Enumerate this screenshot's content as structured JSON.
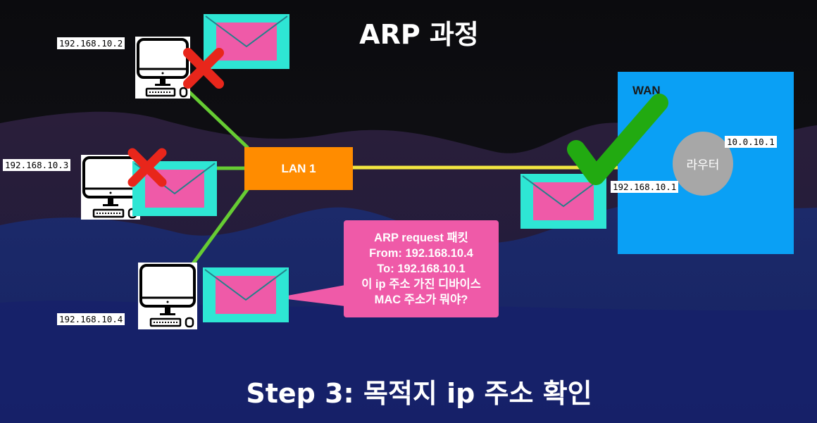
{
  "title": "ARP 과정",
  "subtitle": "Step 3: 목적지 ip 주소 확인",
  "hosts": [
    {
      "ip": "192.168.10.2",
      "status": "rejected"
    },
    {
      "ip": "192.168.10.3",
      "status": "rejected"
    },
    {
      "ip": "192.168.10.4",
      "status": "sender"
    }
  ],
  "lan": {
    "label": "LAN 1"
  },
  "wan": {
    "label": "WAN"
  },
  "router": {
    "label": "라우터",
    "wan_ip": "10.0.10.1",
    "lan_ip": "192.168.10.1",
    "status": "accepted"
  },
  "bubble": {
    "lines": [
      "ARP request 패킷",
      "From: 192.168.10.4",
      "To: 192.168.10.1",
      "이 ip 주소 가진 디바이스",
      "MAC 주소가 뭐야?"
    ]
  },
  "colors": {
    "lan_box": "#ff8c00",
    "wan_box": "#0aa0f5",
    "router": "#a7a7a7",
    "envelope_outer": "#2ee6d4",
    "envelope_inner": "#ef5aa8",
    "lan_link": "#66cc33",
    "wan_link": "#f2e640",
    "reject_mark": "#e8261b",
    "accept_mark": "#22aa11"
  },
  "icons": {
    "computer": "desktop-computer-icon",
    "packet": "envelope-icon",
    "reject": "x-mark-icon",
    "accept": "check-mark-icon"
  }
}
